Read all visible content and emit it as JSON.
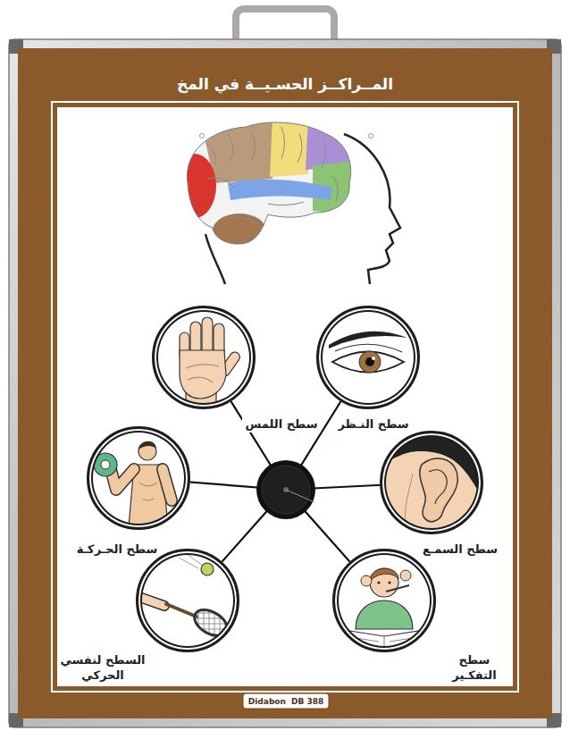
{
  "diagram": {
    "title": "المــراكــز الحسـيــة في المخ",
    "nodes": [
      {
        "text": [
          "سطح النـظر"
        ]
      },
      {
        "text": [
          "سطح اللمس"
        ]
      },
      {
        "text": [
          "سطح السمـع"
        ]
      },
      {
        "text": [
          "سطح الحـركـة"
        ]
      },
      {
        "text": [
          "سطح التفكـير"
        ]
      },
      {
        "text": [
          "السطح لنفسي الحركي"
        ]
      }
    ],
    "labels": [
      "Didabon",
      "DB 388"
    ]
  }
}
